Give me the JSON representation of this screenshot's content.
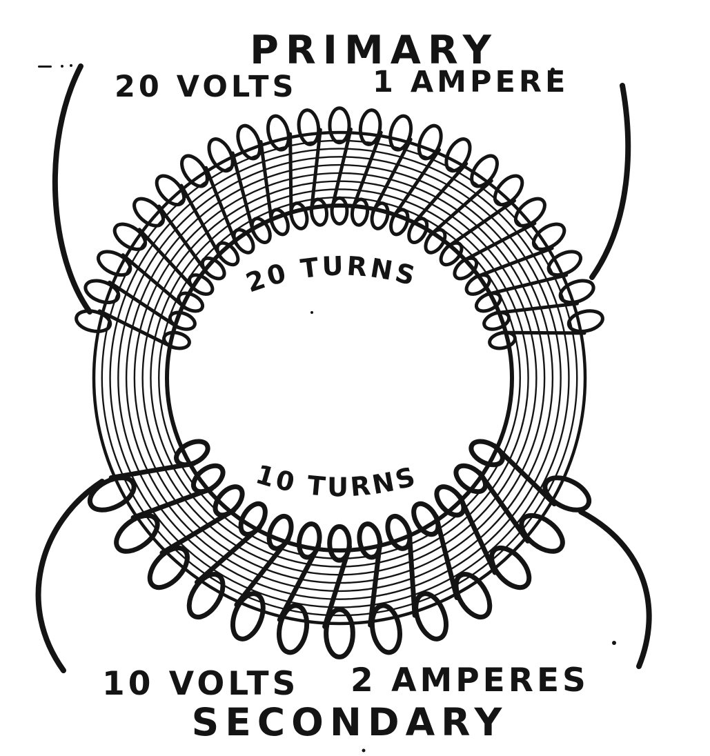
{
  "figure": {
    "title": "PRIMARY",
    "footer_title": "SECONDARY",
    "ink_color": "#141414",
    "paper_color": "#ffffff",
    "primary": {
      "volts_label": "20 VOLTS",
      "amperes_label": "1 AMPERE",
      "turns_label": "20 TURNS",
      "loops_drawn": 23
    },
    "secondary": {
      "volts_label": "10 VOLTS",
      "amperes_label": "2 AMPERES",
      "turns_label": "10 TURNS",
      "loops_drawn": 13
    }
  },
  "diagram": {
    "type": "toroidal-transformer",
    "core_rings": 10
  }
}
